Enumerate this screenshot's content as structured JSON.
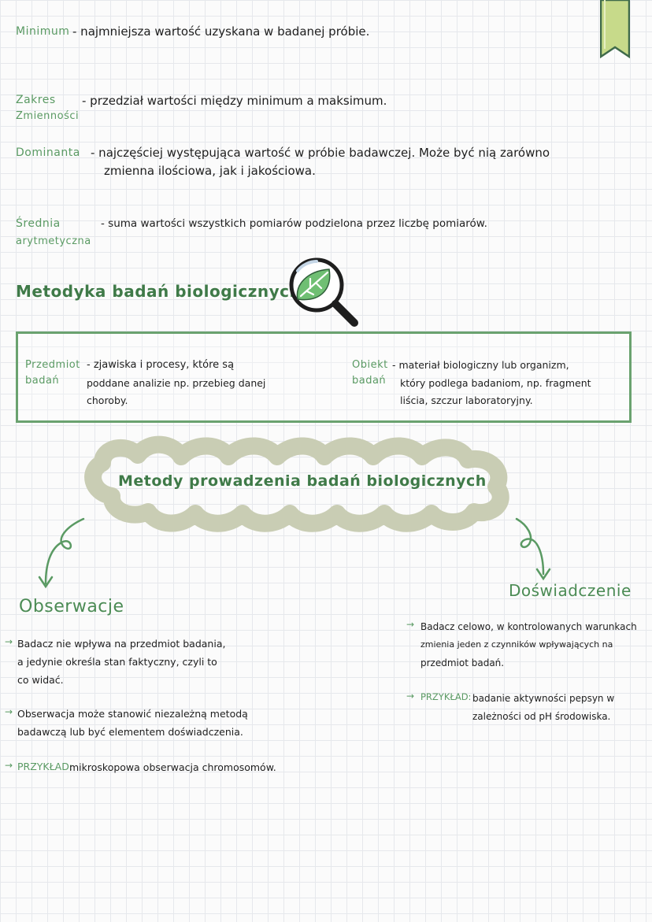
{
  "definitions": [
    {
      "term": "Minimum",
      "text": "- najmniejsza wartość uzyskana w badanej próbie."
    },
    {
      "term1": "Zakres",
      "term2": "Zmienności",
      "text": "- przedział wartości między minimum a maksimum."
    },
    {
      "term": "Dominanta",
      "text1": "- najczęściej występująca wartość w próbie badawczej. Może być nią zarówno",
      "text2": "zmienna ilościowa, jak i jakościowa."
    },
    {
      "term1": "Średnia",
      "term2": "arytmetyczna",
      "text": "- suma wartości wszystkich pomiarów podzielona przez liczbę pomiarów."
    }
  ],
  "section1": {
    "title": "Metodyka badań biologicznych",
    "icon": "magnifier-leaf-icon"
  },
  "box": {
    "left": {
      "term1": "Przedmiot",
      "term2": "badań",
      "line1": "- zjawiska i procesy, które są",
      "line2": "poddane analizie np. przebieg danej",
      "line3": "choroby."
    },
    "right": {
      "term1": "Obiekt",
      "term2": "badań",
      "line1": "- materiał biologiczny lub organizm,",
      "line2": "który podlega badaniom, np. fragment",
      "line3": "liścia, szczur laboratoryjny."
    }
  },
  "section2": {
    "title": "Metody prowadzenia badań biologicznych"
  },
  "observation": {
    "title": "Obserwacje",
    "p1_line1": "Badacz nie wpływa na przedmiot badania,",
    "p1_line2": "a jedynie określa stan faktyczny, czyli to",
    "p1_line3": "co widać.",
    "p2_line1": "Obserwacja może stanowić niezależną metodą",
    "p2_line2": "badawczą lub być elementem doświadczenia.",
    "example_label": "PRZYKŁAD:",
    "example_text": "mikroskopowa obserwacja chromosomów."
  },
  "experiment": {
    "title": "Doświadczenie",
    "p1_line1": "Badacz celowo, w kontrolowanych warunkach",
    "p1_line2": "zmienia jeden z czynników wpływających na",
    "p1_line3": "przedmiot badań.",
    "example_label": "PRZYKŁAD:",
    "example_line1": "badanie aktywności pepsyn w",
    "example_line2": "zależności od pH środowiska."
  },
  "arrow_glyph": "→",
  "colors": {
    "accent": "#5a9a63",
    "dark_accent": "#3f7a48",
    "cloud": "#c9cdb4",
    "bookmark": "#c7da8a"
  }
}
